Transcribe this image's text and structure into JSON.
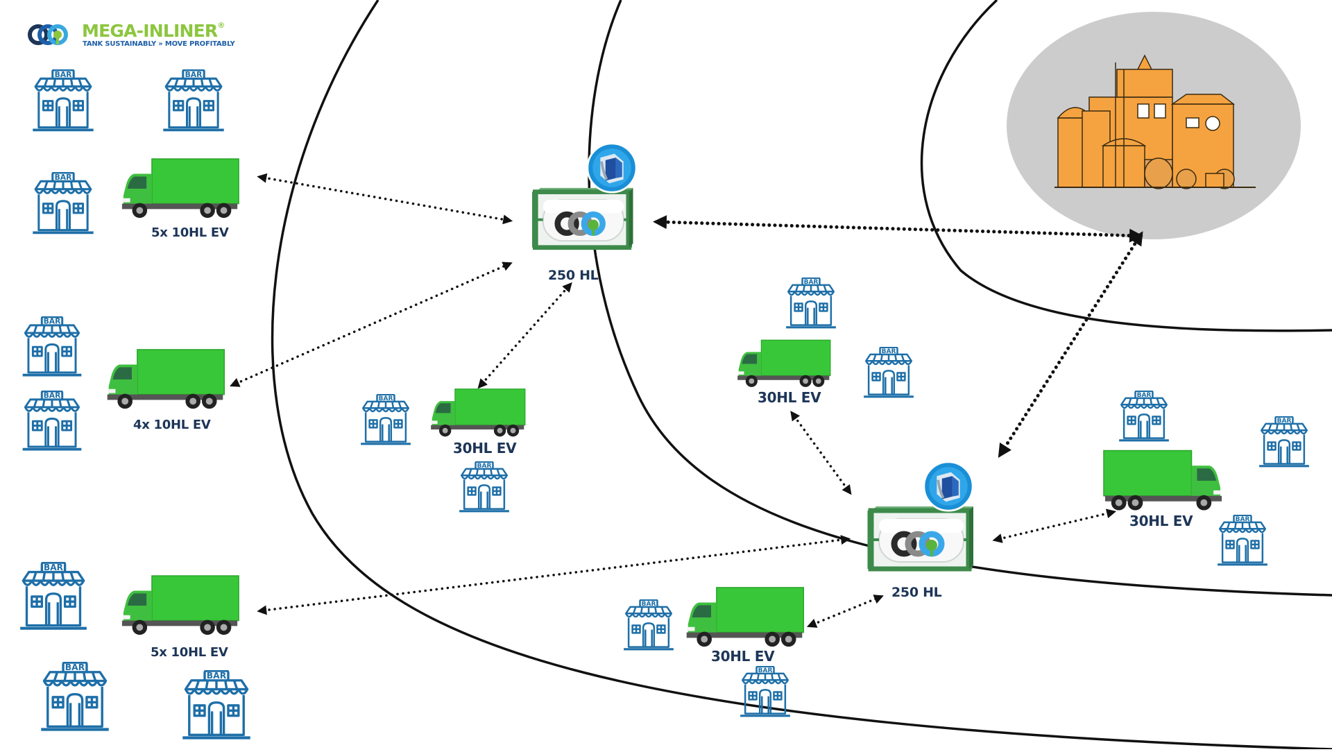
{
  "logo": {
    "title": "MEGA-INLINER",
    "registered": "®",
    "tagline": "TANK SUSTAINABLY » MOVE PROFITABLY"
  },
  "bar_sign": "BAR",
  "truck_brand": "",
  "tank_badge_text": "Mega-Inliner",
  "tank_labels": {
    "tank_a": "250 HL",
    "tank_b": "250 HL"
  },
  "truck_labels": {
    "truck_1": "5x 10HL EV",
    "truck_2": "4x 10HL EV",
    "truck_3": "5x 10HL EV",
    "truck_4": "30HL EV",
    "truck_5": "30HL EV",
    "truck_6": "30HL EV",
    "truck_7": "30HL EV"
  },
  "colors": {
    "zone_line": "#111111",
    "bar_icon": "#1e6fa8",
    "truck_green": "#38c738",
    "truck_cab": "#3fbf3f",
    "tank_frame": "#3d8a4a",
    "brewery_orange": "#f5a340",
    "brewery_bg": "#cccccc",
    "label_text": "#1d3557",
    "logo_green": "#8cc63f",
    "logo_blue": "#1f5fa8"
  }
}
